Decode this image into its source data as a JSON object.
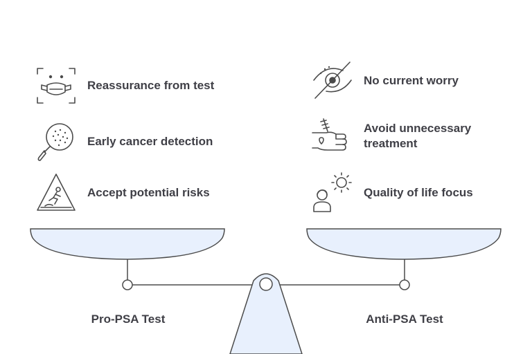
{
  "colors": {
    "stroke": "#4b4b4b",
    "pan_fill": "#e8f0fd",
    "text": "#3f3f46",
    "background": "#ffffff"
  },
  "left": {
    "title": "Pro-PSA Test",
    "items": [
      {
        "label": "Reassurance from test",
        "icon": "face-mask-scan-icon"
      },
      {
        "label": "Early cancer detection",
        "icon": "magnifier-cells-icon"
      },
      {
        "label": "Accept potential risks",
        "icon": "warning-triangle-icon"
      }
    ]
  },
  "right": {
    "title": "Anti-PSA Test",
    "items": [
      {
        "label": "No current worry",
        "icon": "eye-slash-icon"
      },
      {
        "label": "Avoid unnecessary treatment",
        "icon": "hand-syringe-icon"
      },
      {
        "label": "Quality of life focus",
        "icon": "person-sun-icon"
      }
    ]
  }
}
